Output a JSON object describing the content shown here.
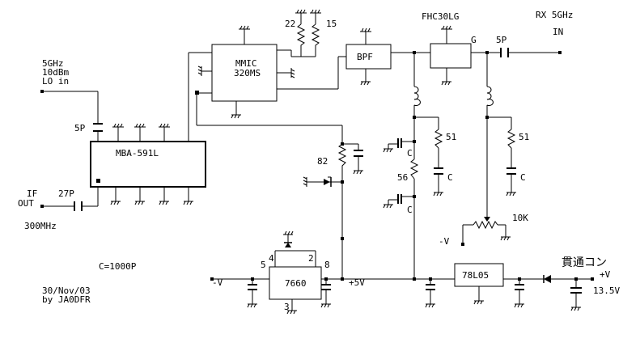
{
  "labels": {
    "lo_freq": "5GHz",
    "lo_level": "10dBm",
    "lo_in": "LO in",
    "cap_5p_lo": "5P",
    "mba": "MBA-591L",
    "if_top": "IF",
    "if_out": "OUT",
    "cap_27p": "27P",
    "freq_300": "300MHz",
    "mmic_1": "MMIC",
    "mmic_2": "320MS",
    "r22": "22",
    "r15": "15",
    "bpf": "BPF",
    "fhc": "FHC30LG",
    "gate": "G",
    "cap_5p_rx": "5P",
    "rx": "RX 5GHz",
    "in": "IN",
    "r82": "82",
    "r51a": "51",
    "r51b": "51",
    "r56": "56",
    "c1": "C",
    "c2": "C",
    "c3": "C",
    "c4": "C",
    "pot": "10K",
    "neg_v_pot": "-V",
    "cap_note": "C=1000P",
    "pin4": "4",
    "pin2": "2",
    "pin5": "5",
    "pin8": "8",
    "pin3": "3",
    "ic7660": "7660",
    "neg_v_left": "-V",
    "plus5v": "+5V",
    "reg": "78L05",
    "feedthru": "貫通コン",
    "plus_v": "+V",
    "volt": "13.5V",
    "date": "30/Nov/03",
    "author": "by JA0DFR"
  }
}
